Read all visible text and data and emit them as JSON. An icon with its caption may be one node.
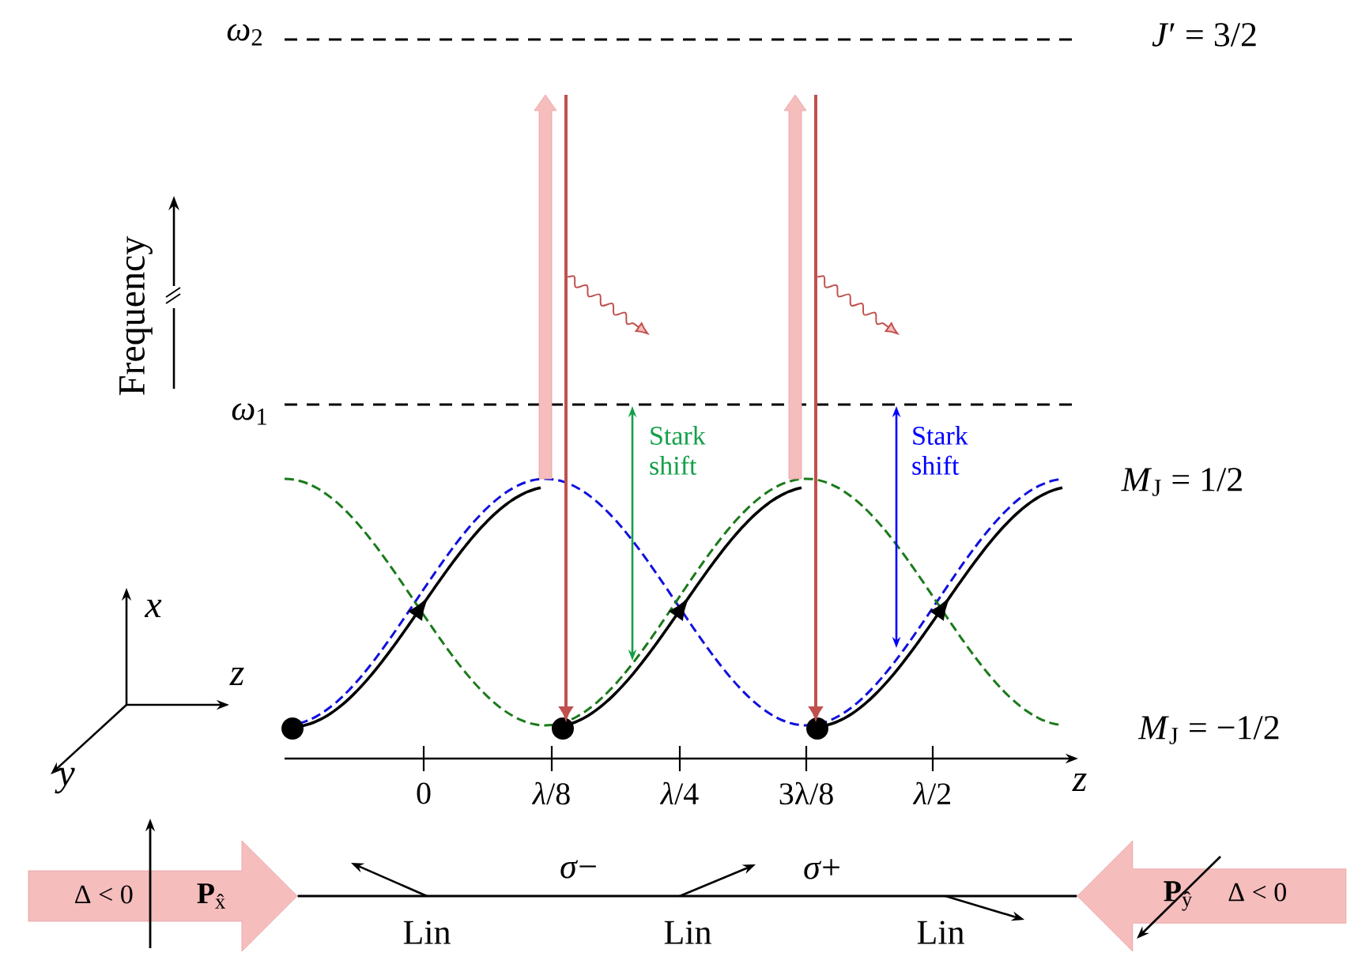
{
  "diagram": {
    "nodes": [
      {
        "text": [
          "Δ < 0",
          "**P**$_{x̂}$"
        ]
      },
      {
        "text": [
          "**P**$_{ŷ}$",
          "Δ < 0"
        ]
      }
    ],
    "edges": [
      {
        "from": 0,
        "to": 1,
        "arrow": "none"
      }
    ],
    "labels": [
      "*ω*$_{2}$",
      "*J*′ = 3/2",
      "Frequency",
      "*ω*$_{1}$",
      "Stark shift",
      "Stark shift",
      "*M*$_{J}$ = 1/2",
      "x",
      "z",
      "*M*$_{J}$ = −1/2",
      "y",
      "0",
      "*λ*/8",
      "*λ*/4",
      "3λ/8",
      "*λ*/2",
      "z",
      "*σ*−",
      "*σ*+",
      "Lin",
      "Lin",
      "Lin"
    ]
  }
}
